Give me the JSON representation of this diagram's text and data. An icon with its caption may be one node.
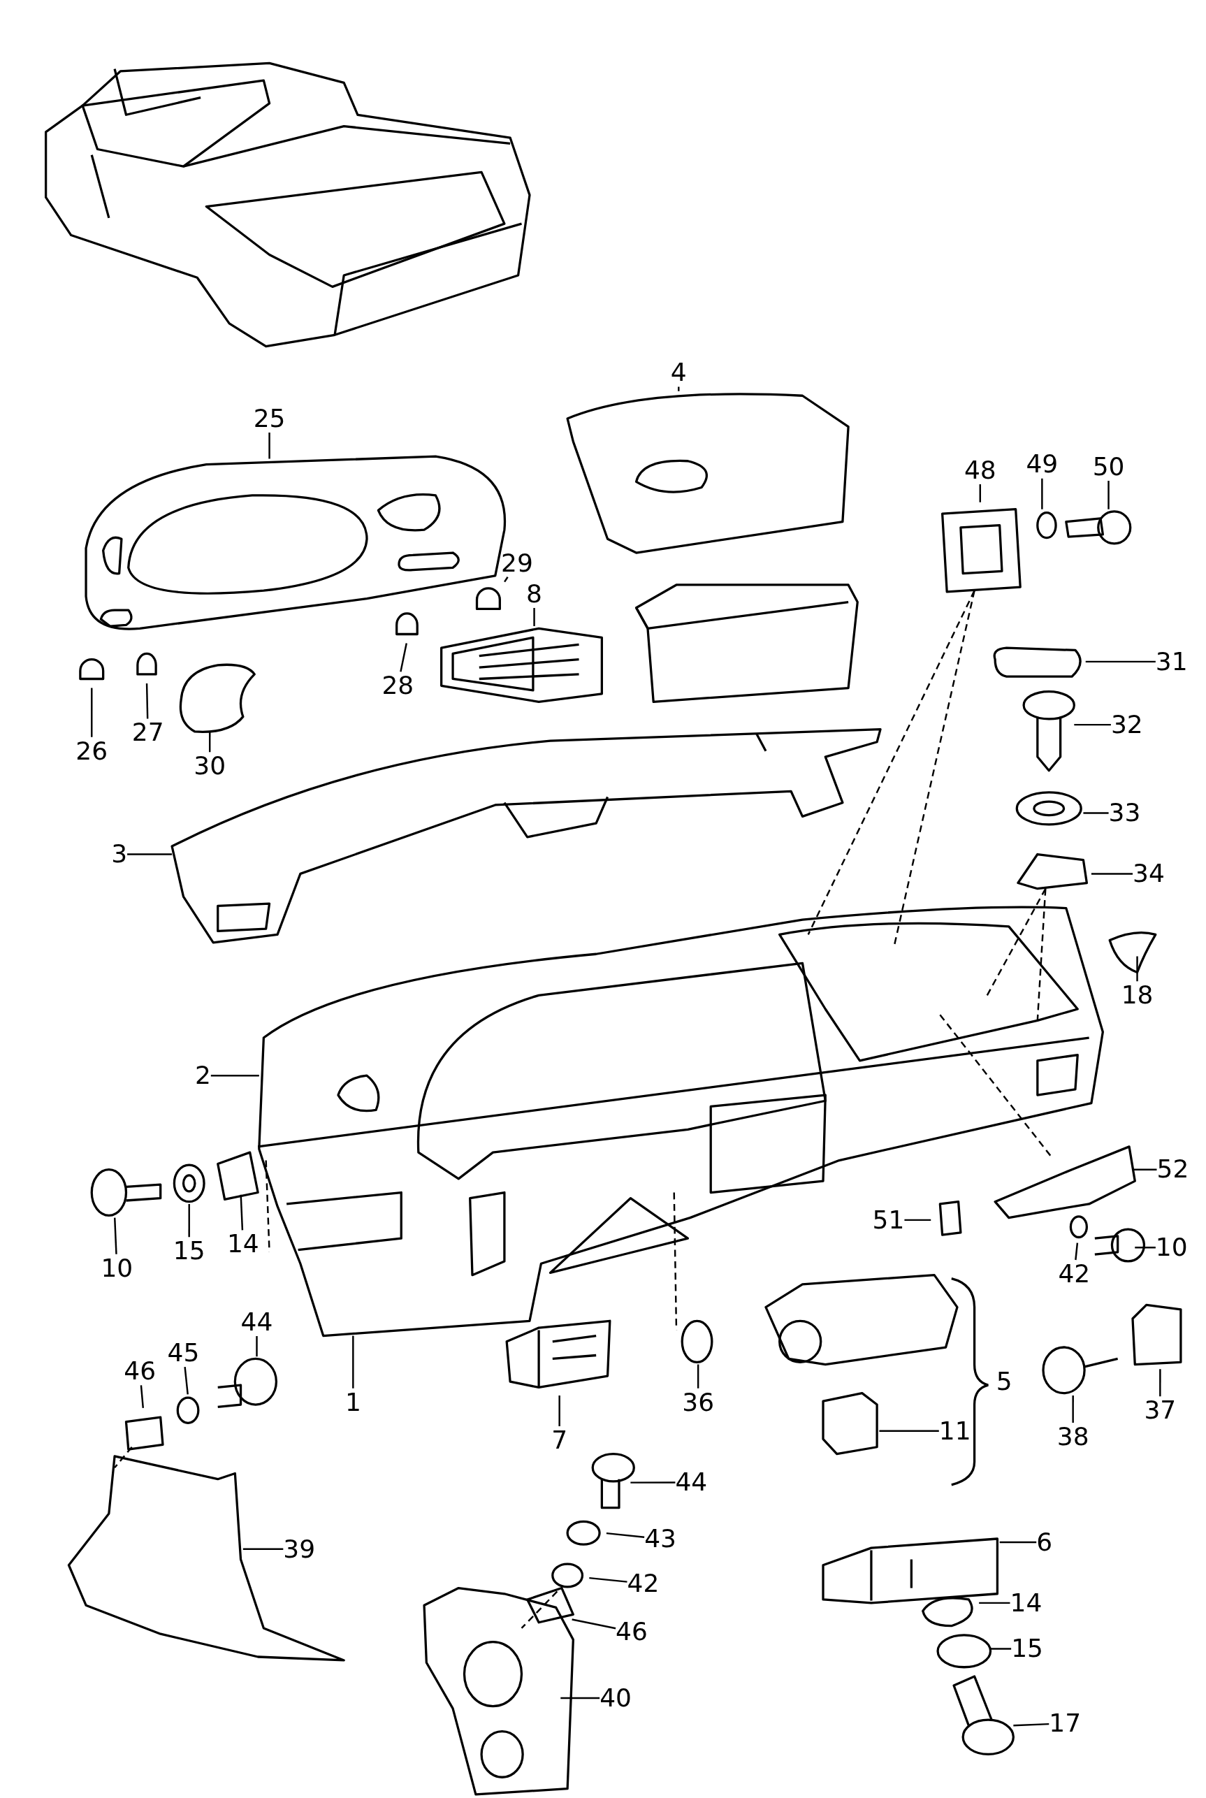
{
  "diagram": {
    "nodes": [
      {
        "text": [
          "4"
        ]
      },
      {
        "text": [
          "25"
        ]
      },
      {
        "text": [
          "48"
        ]
      },
      {
        "text": [
          "49"
        ]
      },
      {
        "text": [
          "50"
        ]
      },
      {
        "text": [
          "29"
        ]
      },
      {
        "text": [
          "8"
        ]
      },
      {
        "text": [
          "31"
        ]
      },
      {
        "text": [
          "32"
        ]
      },
      {
        "text": [
          "26"
        ]
      },
      {
        "text": [
          "27"
        ]
      },
      {
        "text": [
          "28"
        ]
      },
      {
        "text": [
          "30"
        ]
      },
      {
        "text": [
          "33"
        ]
      },
      {
        "text": [
          "3"
        ]
      },
      {
        "text": [
          "34"
        ]
      },
      {
        "text": [
          "18"
        ]
      },
      {
        "text": [
          "2"
        ]
      },
      {
        "text": [
          "52"
        ]
      },
      {
        "text": [
          "10"
        ]
      },
      {
        "text": [
          "15"
        ]
      },
      {
        "text": [
          "14"
        ]
      },
      {
        "text": [
          "51"
        ]
      },
      {
        "text": [
          "42"
        ]
      },
      {
        "text": [
          "10"
        ]
      },
      {
        "text": [
          "44"
        ]
      },
      {
        "text": [
          "46"
        ]
      },
      {
        "text": [
          "45"
        ]
      },
      {
        "text": [
          "1"
        ]
      },
      {
        "text": [
          "36"
        ]
      },
      {
        "text": [
          "7"
        ]
      },
      {
        "text": [
          "11"
        ]
      },
      {
        "text": [
          "38"
        ]
      },
      {
        "text": [
          "37"
        ]
      },
      {
        "text": [
          "39"
        ]
      },
      {
        "text": [
          "44"
        ]
      },
      {
        "text": [
          "43"
        ]
      },
      {
        "text": [
          "42"
        ]
      },
      {
        "text": [
          "46"
        ]
      },
      {
        "text": [
          "6"
        ]
      },
      {
        "text": [
          "14"
        ]
      },
      {
        "text": [
          "15"
        ]
      },
      {
        "text": [
          "17"
        ]
      },
      {
        "text": [
          "40"
        ]
      }
    ],
    "edges": [
      {
        "from": 0,
        "to": null,
        "arrow": "none"
      },
      {
        "from": 1,
        "to": null,
        "arrow": "none"
      },
      {
        "from": 2,
        "to": null,
        "arrow": "none"
      },
      {
        "from": 3,
        "to": null,
        "arrow": "none"
      },
      {
        "from": 4,
        "to": null,
        "arrow": "none"
      },
      {
        "from": 5,
        "to": null,
        "arrow": "none"
      },
      {
        "from": 6,
        "to": null,
        "arrow": "none"
      },
      {
        "from": 7,
        "to": null,
        "arrow": "none"
      },
      {
        "from": 8,
        "to": null,
        "arrow": "none"
      },
      {
        "from": 9,
        "to": null,
        "arrow": "none"
      },
      {
        "from": 10,
        "to": null,
        "arrow": "none"
      },
      {
        "from": 11,
        "to": null,
        "arrow": "none"
      },
      {
        "from": 12,
        "to": null,
        "arrow": "none"
      },
      {
        "from": 13,
        "to": null,
        "arrow": "none"
      },
      {
        "from": 14,
        "to": null,
        "arrow": "none"
      },
      {
        "from": 15,
        "to": null,
        "arrow": "none"
      },
      {
        "from": 16,
        "to": null,
        "arrow": "none"
      },
      {
        "from": 17,
        "to": null,
        "arrow": "none"
      },
      {
        "from": 18,
        "to": null,
        "arrow": "none"
      },
      {
        "from": 19,
        "to": null,
        "arrow": "none"
      },
      {
        "from": 20,
        "to": null,
        "arrow": "none"
      },
      {
        "from": 21,
        "to": null,
        "arrow": "none"
      },
      {
        "from": 22,
        "to": null,
        "arrow": "none"
      },
      {
        "from": 23,
        "to": null,
        "arrow": "none"
      },
      {
        "from": 24,
        "to": null,
        "arrow": "none"
      },
      {
        "from": 25,
        "to": null,
        "arrow": "none"
      },
      {
        "from": 26,
        "to": null,
        "arrow": "none"
      },
      {
        "from": 27,
        "to": null,
        "arrow": "none"
      },
      {
        "from": 28,
        "to": null,
        "arrow": "none"
      },
      {
        "from": 29,
        "to": null,
        "arrow": "none"
      },
      {
        "from": 30,
        "to": null,
        "arrow": "none"
      },
      {
        "from": 31,
        "to": null,
        "arrow": "none"
      },
      {
        "from": 32,
        "to": null,
        "arrow": "none"
      },
      {
        "from": 33,
        "to": null,
        "arrow": "none"
      },
      {
        "from": 34,
        "to": null,
        "arrow": "none"
      },
      {
        "from": 35,
        "to": null,
        "arrow": "none"
      },
      {
        "from": 36,
        "to": null,
        "arrow": "none"
      },
      {
        "from": 37,
        "to": null,
        "arrow": "none"
      },
      {
        "from": 38,
        "to": null,
        "arrow": "none"
      },
      {
        "from": 39,
        "to": null,
        "arrow": "none"
      },
      {
        "from": 40,
        "to": null,
        "arrow": "none"
      },
      {
        "from": 41,
        "to": null,
        "arrow": "none"
      },
      {
        "from": 42,
        "to": null,
        "arrow": "none"
      },
      {
        "from": 43,
        "to": null,
        "arrow": "none"
      }
    ],
    "labels": [
      "5"
    ]
  }
}
